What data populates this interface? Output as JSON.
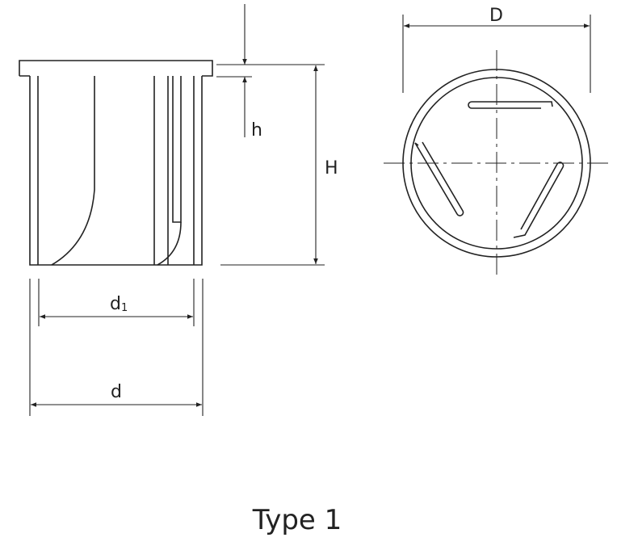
{
  "labels": {
    "D": "D",
    "h": "h",
    "H": "H",
    "d1_main": "d",
    "d1_sub": "1",
    "d": "d"
  },
  "caption": "Type 1",
  "colors": {
    "line": "#222222",
    "background": "#ffffff"
  }
}
